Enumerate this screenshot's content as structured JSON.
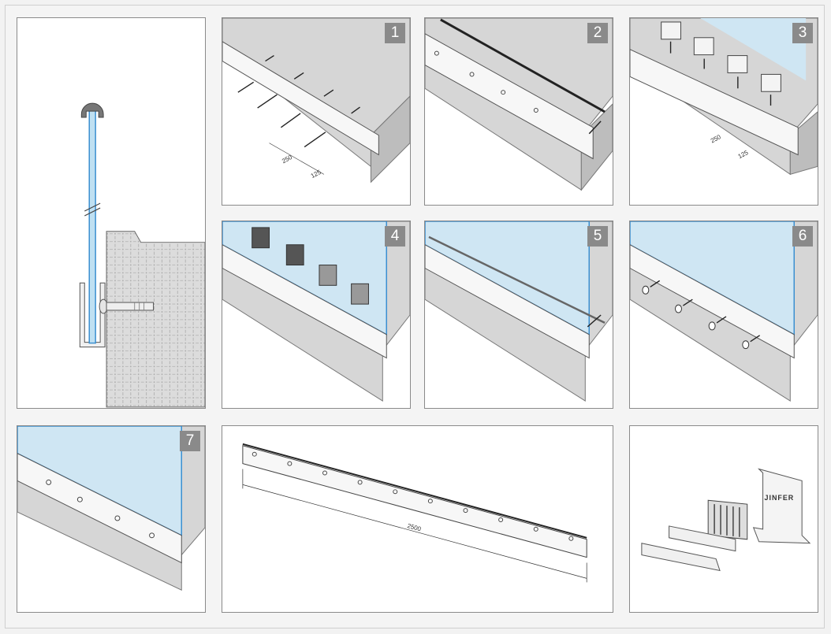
{
  "steps": {
    "s1": "1",
    "s2": "2",
    "s3": "3",
    "s4": "4",
    "s5": "5",
    "s6": "6",
    "s7": "7"
  },
  "dimensions": {
    "d250a": "250",
    "d125a": "125",
    "d250b": "250",
    "d125b": "125",
    "d2500": "2500"
  },
  "brand": "JINFER",
  "colors": {
    "glass": "#bfe0f2",
    "glass_edge": "#3b8fd0",
    "concrete": "#d4d4d4",
    "profile": "#f7f7f7",
    "badge": "#8a8a8a"
  }
}
